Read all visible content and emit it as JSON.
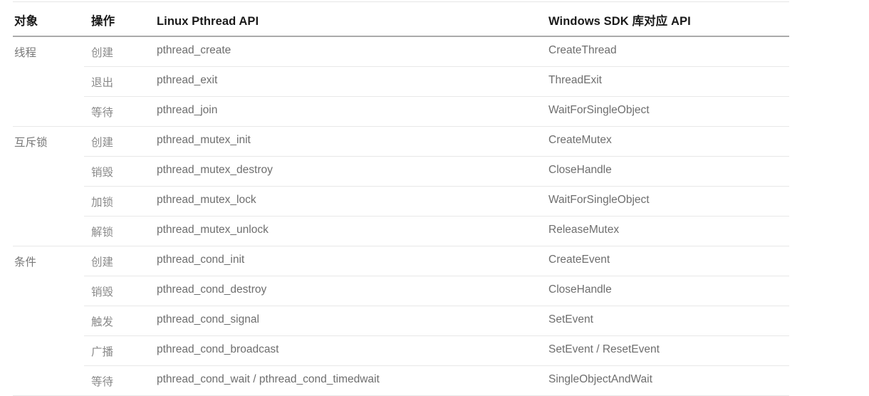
{
  "table": {
    "columns": [
      {
        "key": "object",
        "label": "对象"
      },
      {
        "key": "operation",
        "label": "操作"
      },
      {
        "key": "linux",
        "label": "Linux Pthread API"
      },
      {
        "key": "windows",
        "label": "Windows SDK 库对应 API"
      }
    ],
    "groups": [
      {
        "object": "线程",
        "rows": [
          {
            "operation": "创建",
            "linux": "pthread_create",
            "windows": "CreateThread"
          },
          {
            "operation": "退出",
            "linux": "pthread_exit",
            "windows": "ThreadExit"
          },
          {
            "operation": "等待",
            "linux": "pthread_join",
            "windows": "WaitForSingleObject"
          }
        ]
      },
      {
        "object": "互斥锁",
        "rows": [
          {
            "operation": "创建",
            "linux": "pthread_mutex_init",
            "windows": "CreateMutex"
          },
          {
            "operation": "销毁",
            "linux": "pthread_mutex_destroy",
            "windows": "CloseHandle"
          },
          {
            "operation": "加锁",
            "linux": "pthread_mutex_lock",
            "windows": "WaitForSingleObject"
          },
          {
            "operation": "解锁",
            "linux": "pthread_mutex_unlock",
            "windows": "ReleaseMutex"
          }
        ]
      },
      {
        "object": "条件",
        "rows": [
          {
            "operation": "创建",
            "linux": "pthread_cond_init",
            "windows": "CreateEvent"
          },
          {
            "operation": "销毁",
            "linux": "pthread_cond_destroy",
            "windows": "CloseHandle"
          },
          {
            "operation": "触发",
            "linux": "pthread_cond_signal",
            "windows": "SetEvent"
          },
          {
            "operation": "广播",
            "linux": "pthread_cond_broadcast",
            "windows": "SetEvent / ResetEvent"
          },
          {
            "operation": "等待",
            "linux": "pthread_cond_wait / pthread_cond_timedwait",
            "windows": "SingleObjectAndWait"
          }
        ]
      }
    ]
  },
  "colors": {
    "header_text": "#1a1a1a",
    "body_text": "#6e6e6e",
    "header_rule": "#aaaaaa",
    "row_rule": "#e8e8e8",
    "top_rule": "#e6e6e6",
    "background": "#ffffff"
  }
}
